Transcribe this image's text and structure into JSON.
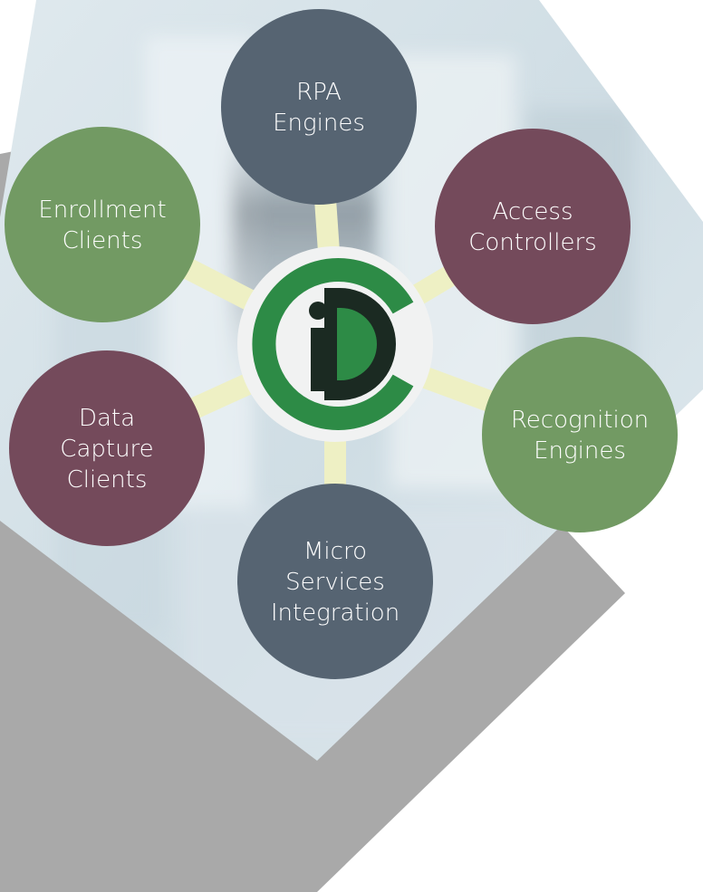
{
  "colors": {
    "slate": "#566472",
    "plum": "#744a5b",
    "sage": "#729a63",
    "connector": "#eef0c4",
    "hub_green": "#2d8b46",
    "hub_dark": "#1b2a22",
    "hub_bg": "#f1f2f2",
    "shadow": "#a9a9a9"
  },
  "nodes": [
    {
      "id": "rpa-engines",
      "lines": [
        "RPA",
        "Engines"
      ],
      "color": "slate"
    },
    {
      "id": "access-controllers",
      "lines": [
        "Access",
        "Controllers"
      ],
      "color": "plum"
    },
    {
      "id": "recognition-engines",
      "lines": [
        "Recognition",
        "Engines"
      ],
      "color": "sage"
    },
    {
      "id": "micro-services-integration",
      "lines": [
        "Micro",
        "Services",
        "Integration"
      ],
      "color": "slate"
    },
    {
      "id": "data-capture-clients",
      "lines": [
        "Data",
        "Capture",
        "Clients"
      ],
      "color": "plum"
    },
    {
      "id": "enrollment-clients",
      "lines": [
        "Enrollment",
        "Clients"
      ],
      "color": "sage"
    }
  ],
  "hub": {
    "logo": "idc-logo-icon"
  }
}
